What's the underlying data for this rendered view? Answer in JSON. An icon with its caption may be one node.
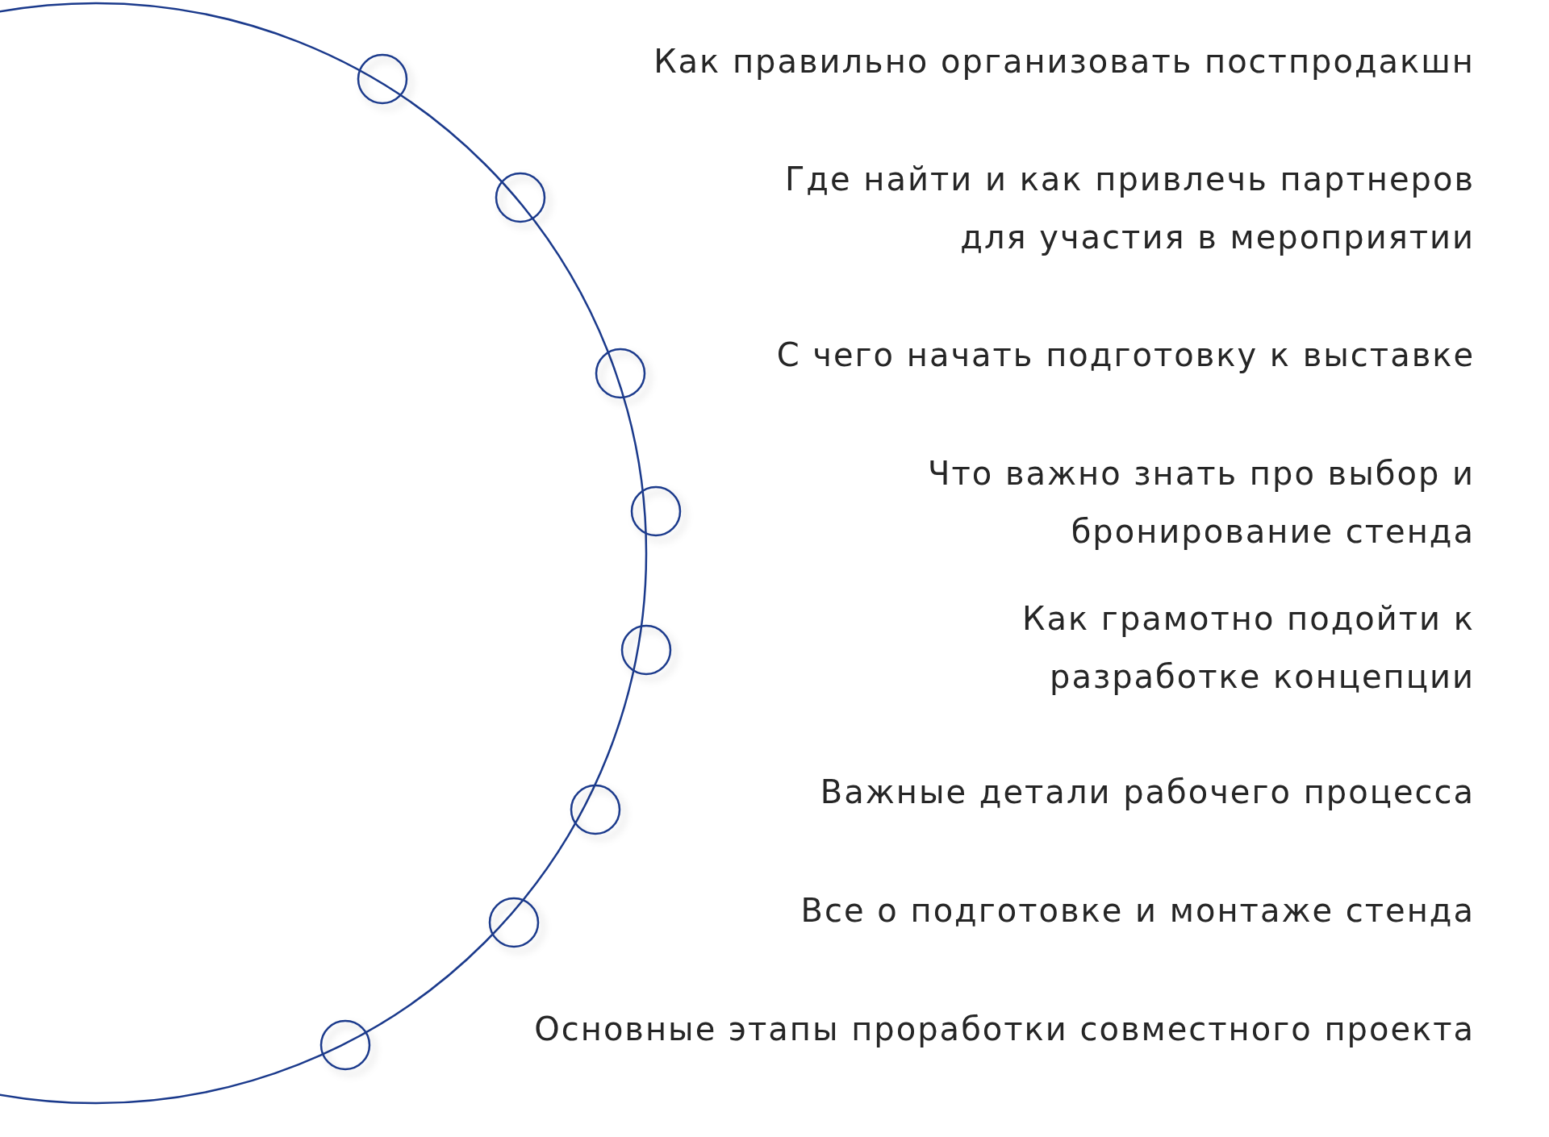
{
  "diagram": {
    "labels": [
      "Как правильно организовать постпродакшн",
      "Где найти и как привлечь партнеров для участия в мероприятии",
      "С чего начать подготовку к выставке",
      "Что важно знать про выбор и бронирование стенда",
      "Как грамотно подойти к разработке концепции",
      "Важные детали рабочего процесса",
      "Все о подготовке и монтаже стенда",
      "Основные этапы проработки совместного проекта"
    ]
  }
}
